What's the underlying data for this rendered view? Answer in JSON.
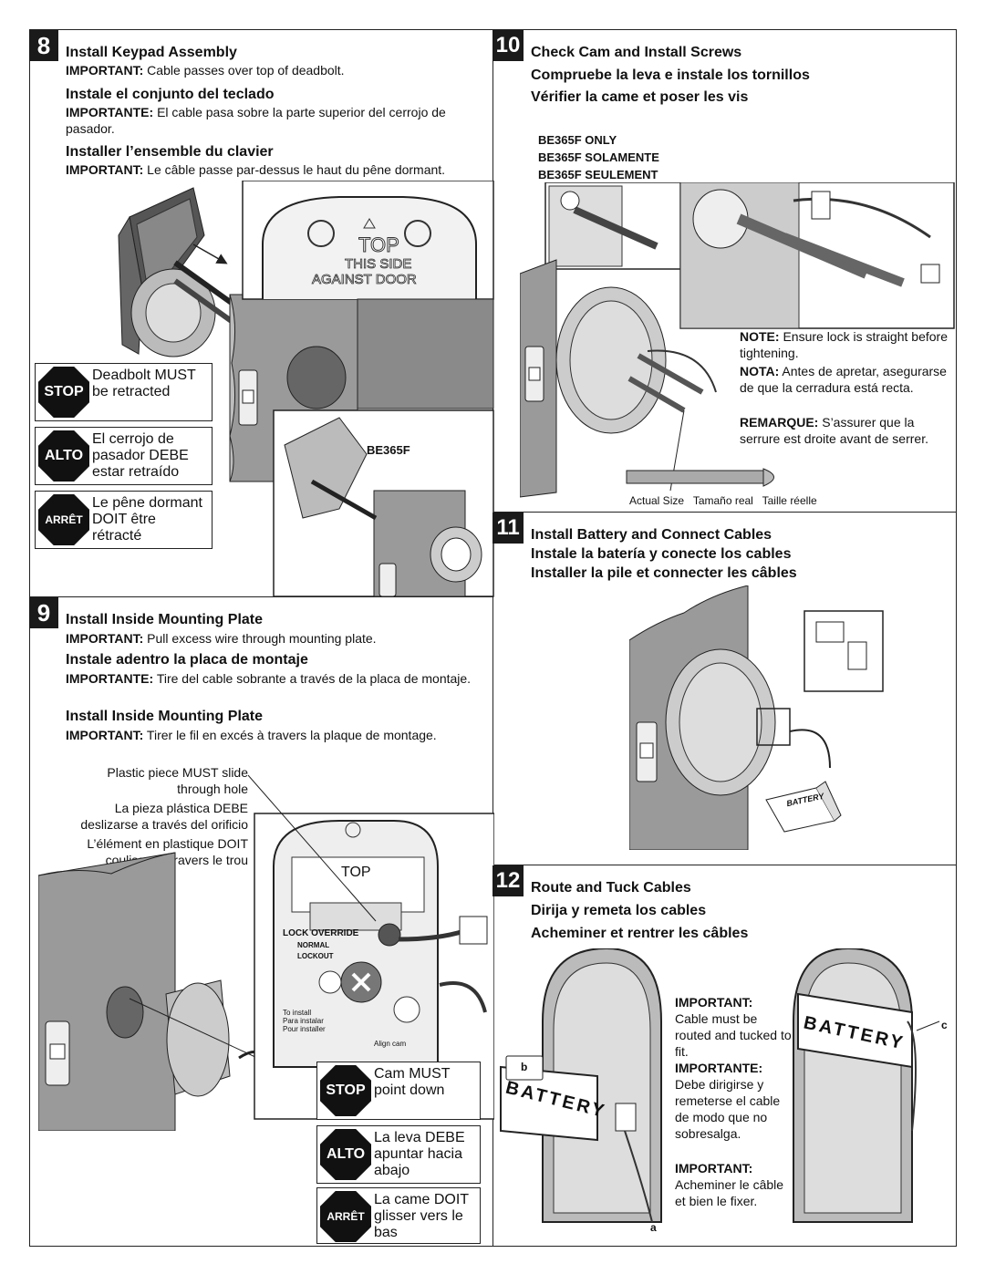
{
  "step8": {
    "number": "8",
    "title_en": "Install Keypad Assembly",
    "important_en_label": "IMPORTANT:",
    "important_en_text": " Cable passes over top of deadbolt.",
    "title_es": "Instale el conjunto del teclado",
    "important_es_label": "IMPORTANTE:",
    "important_es_text": " El cable pasa sobre la parte superior del cerrojo de pasador.",
    "title_fr": "Installer l’ensemble du clavier",
    "important_fr_label": "IMPORTANT:",
    "important_fr_text": " Le câble passe par-dessus le haut du pêne dormant.",
    "plate_top": "TOP",
    "plate_this_side": "THIS SIDE",
    "plate_against_door": "AGAINST DOOR",
    "model_label": "BE365F",
    "stop_en_sign": "STOP",
    "stop_en_text": "Deadbolt MUST be retracted",
    "stop_es_sign": "ALTO",
    "stop_es_text": "El cerrojo de pasador DEBE estar retraído",
    "stop_fr_sign": "ARRÊT",
    "stop_fr_text": "Le pêne dormant DOIT être rétracté"
  },
  "step9": {
    "number": "9",
    "title_en": "Install Inside Mounting Plate",
    "important_en_label": "IMPORTANT:",
    "important_en_text": " Pull excess wire through mounting plate.",
    "title_es": "Instale adentro la placa de montaje",
    "important_es_label": "IMPORTANTE:",
    "important_es_text": " Tire del cable sobrante a través de la placa de montaje.",
    "title_fr": "Install Inside Mounting Plate",
    "important_fr_label": "IMPORTANT:",
    "important_fr_text": " Tirer le fil en excés à travers la plaque de montage.",
    "callout_en": "Plastic piece MUST slide through hole",
    "callout_es": "La pieza plástica DEBE deslizarse a través del orificio",
    "callout_fr": "L’élément en plastique DOIT coulisser à travers le trou",
    "plate_top": "TOP",
    "lock_override": "LOCK OVERRIDE",
    "normal": "NORMAL",
    "lockout": "LOCKOUT",
    "to_install": "To install",
    "para_instalar": "Para instalar",
    "pour_installer": "Pour installer",
    "align_cam": "Align cam",
    "stop_en_sign": "STOP",
    "stop_en_text": "Cam MUST point down",
    "stop_es_sign": "ALTO",
    "stop_es_text": "La leva DEBE apuntar hacia abajo",
    "stop_fr_sign": "ARRÊT",
    "stop_fr_text": "La came DOIT glisser vers le bas"
  },
  "step10": {
    "number": "10",
    "title_en": "Check Cam and Install Screws",
    "title_es": "Compruebe la leva e instale los tornillos",
    "title_fr": "Vérifier la came et poser les vis",
    "only_en": "BE365F ONLY",
    "only_es": "BE365F SOLAMENTE",
    "only_fr": "BE365F SEULEMENT",
    "note_en_label": "NOTE:",
    "note_en_text": " Ensure lock is straight before tightening.",
    "note_es_label": "NOTA:",
    "note_es_text": " Antes de apretar, asegurarse de que la cerradura está recta.",
    "note_fr_label": "REMARQUE:",
    "note_fr_text": " S’assurer que la serrure est droite avant de serrer.",
    "actual_size": "Actual Size   Tamaño real   Taille réelle"
  },
  "step11": {
    "number": "11",
    "title_en": "Install Battery and Connect Cables",
    "title_es": "Instale la batería y conecte los cables",
    "title_fr": "Installer la pile et connecter les câbles",
    "battery_label": "BATTERY"
  },
  "step12": {
    "number": "12",
    "title_en": "Route and Tuck Cables",
    "title_es": "Dirija y remeta los cables",
    "title_fr": "Acheminer et rentrer les câbles",
    "important_en_label": "IMPORTANT:",
    "important_en_text": "Cable must be routed and tucked to fit.",
    "important_es_label": "IMPORTANTE:",
    "important_es_text": "Debe dirigirse y remeterse el cable de modo que no sobresalga.",
    "important_fr_label": "IMPORTANT:",
    "important_fr_text": "Acheminer le câble et bien le fixer.",
    "battery_left": "BATTERY",
    "battery_right": "BATTERY",
    "label_a": "a",
    "label_b": "b",
    "label_c": "c"
  }
}
